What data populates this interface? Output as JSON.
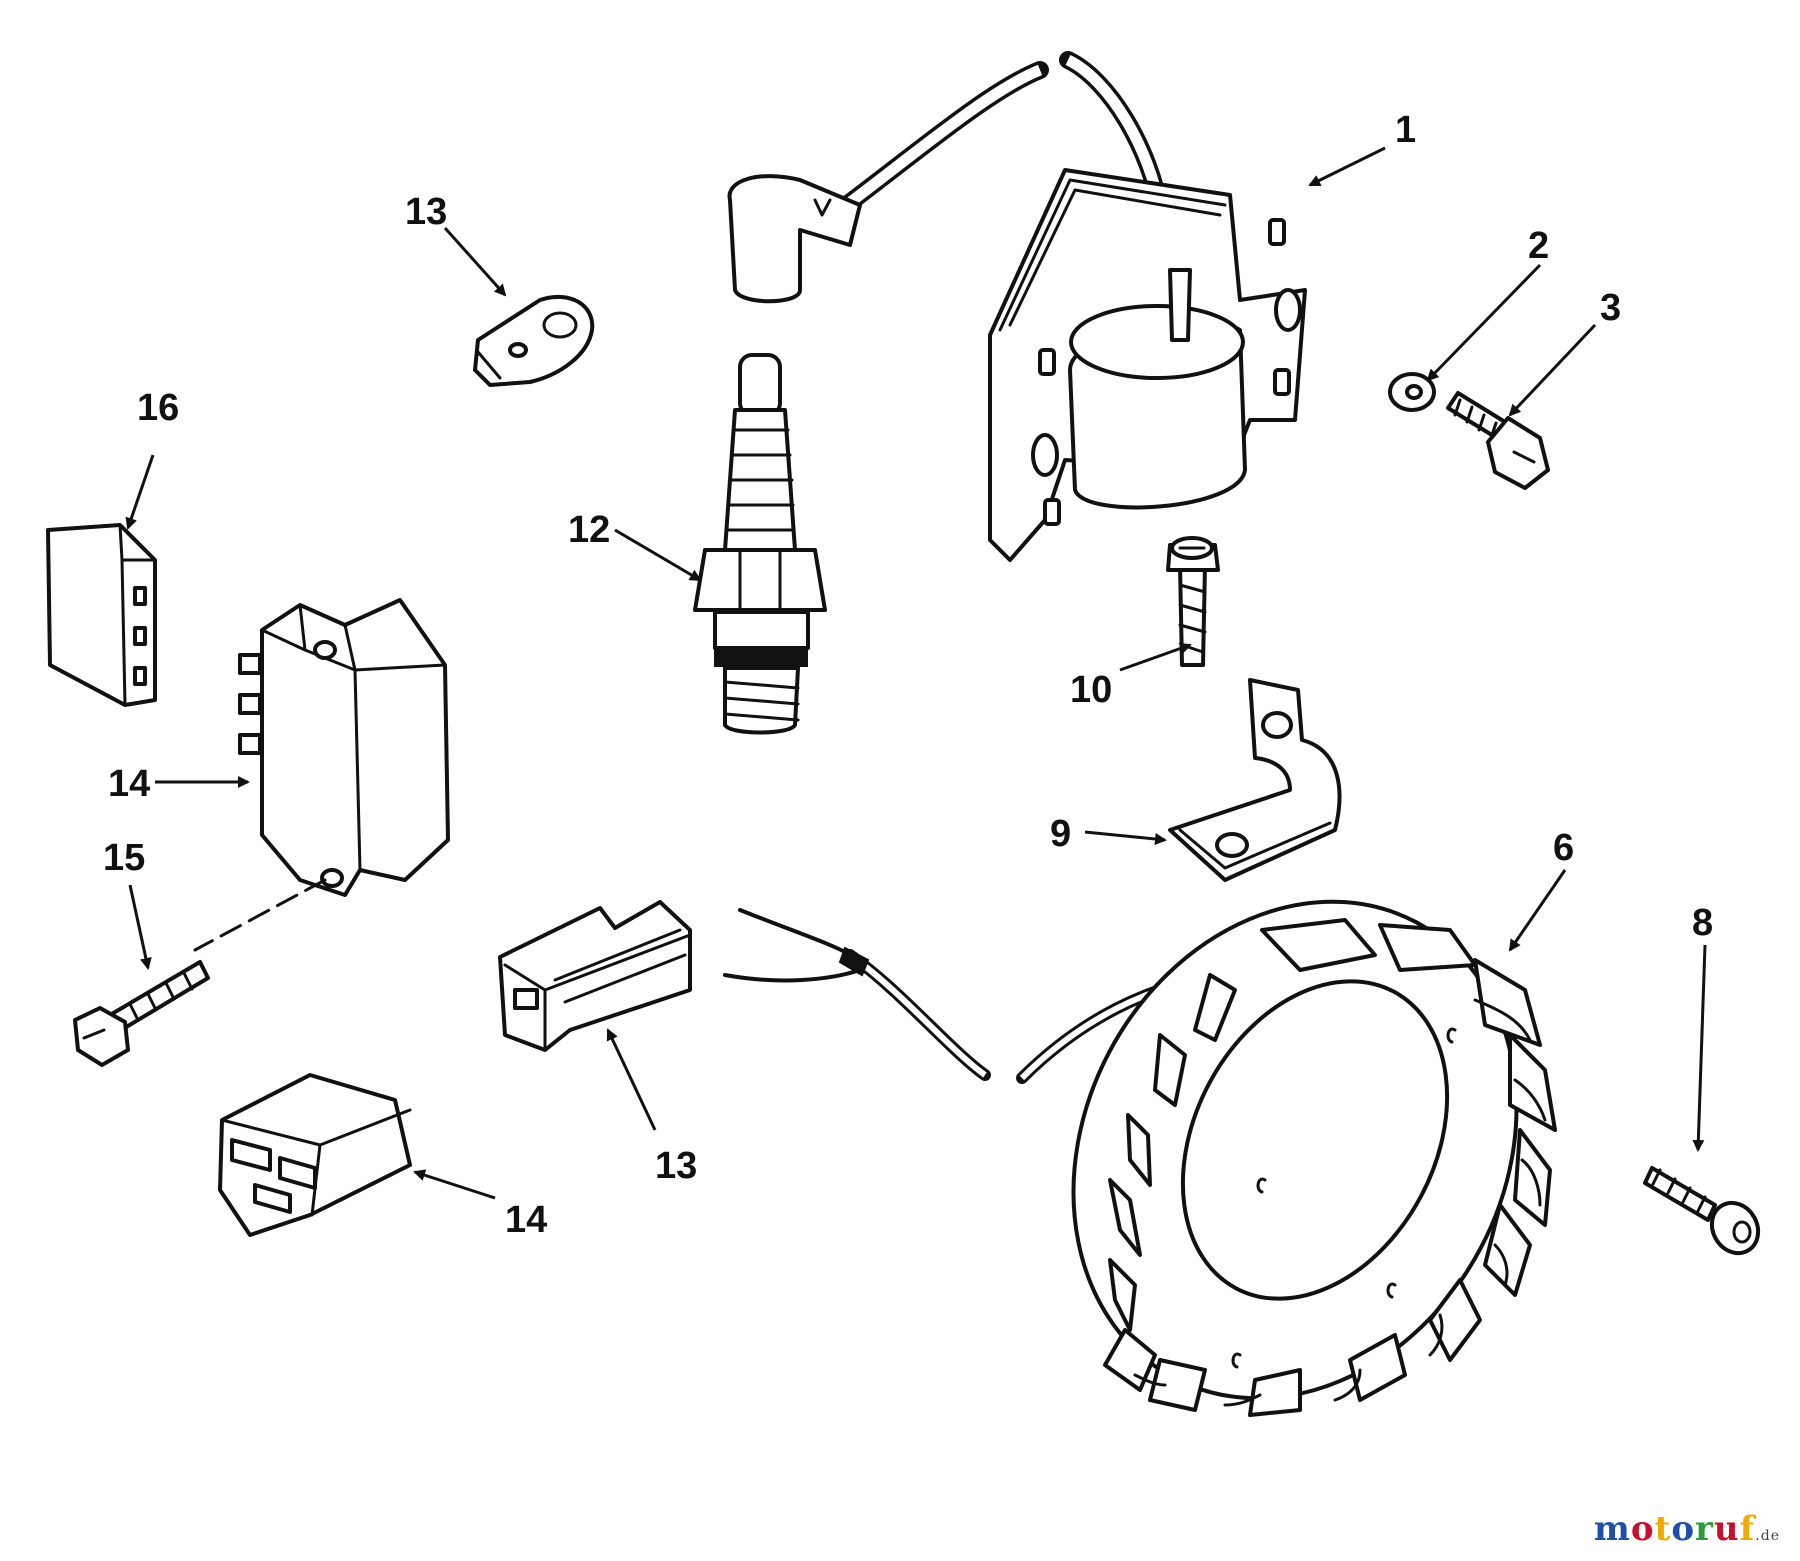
{
  "callouts": {
    "c1": "1",
    "c2": "2",
    "c3": "3",
    "c6": "6",
    "c8": "8",
    "c9": "9",
    "c10": "10",
    "c12": "12",
    "c13a": "13",
    "c13b": "13",
    "c14a": "14",
    "c14b": "14",
    "c15": "15",
    "c16": "16"
  },
  "watermark": {
    "letters": [
      "m",
      "o",
      "t",
      "o",
      "r",
      "u",
      "f"
    ],
    "tld": ".de"
  },
  "colors": {
    "ink": "#111111",
    "background": "#ffffff",
    "watermark_m": "#1f4fa8",
    "watermark_o": "#c8102e",
    "watermark_t": "#f2a900",
    "watermark_o2": "#1f4fa8",
    "watermark_r": "#2a9d3a",
    "watermark_u": "#c8102e",
    "watermark_f": "#f2a900"
  }
}
